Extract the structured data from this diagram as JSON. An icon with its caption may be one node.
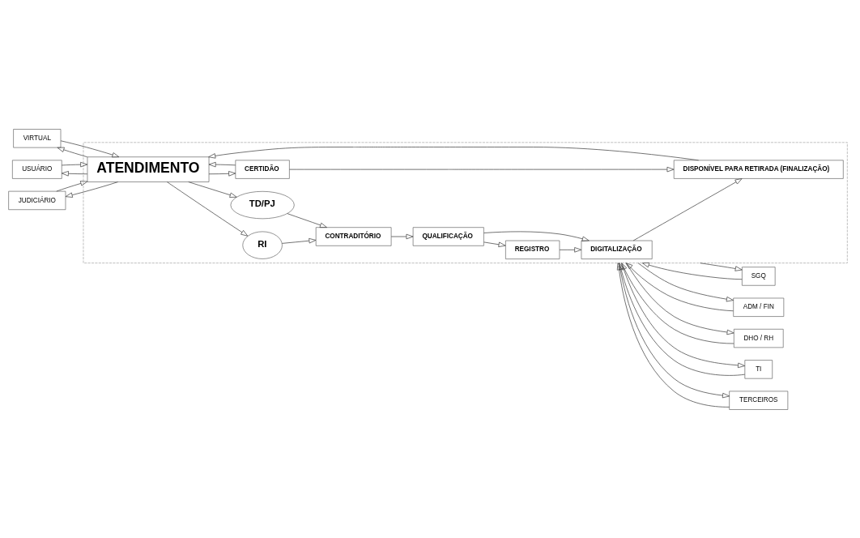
{
  "diagram": {
    "nodes": [
      {
        "text": [
          "VIRTUAL"
        ]
      },
      {
        "text": [
          "USUÁRIO"
        ]
      },
      {
        "text": [
          "JUDICIÁRIO"
        ]
      },
      {
        "text": [],
        "shape": "box"
      },
      {
        "text": [
          "ATENDIMENTO"
        ],
        "in": 3
      },
      {
        "text": [
          "RI"
        ],
        "in": 3
      },
      {
        "text": [
          "TD/PJ"
        ],
        "in": 3
      },
      {
        "text": [
          "CERTIDÃO"
        ],
        "in": 3
      },
      {
        "text": [
          "DISPONÍVEL PARA RETIRADA (FINALIZAÇÃO)"
        ],
        "in": 3
      },
      {
        "text": [
          "CONTRADITÓRIO"
        ],
        "in": 3
      },
      {
        "text": [
          "QUALIFICAÇÃO"
        ],
        "in": 3
      },
      {
        "text": [
          "REGISTRO"
        ],
        "in": 3
      },
      {
        "text": [
          "DIGITALIZAÇÃO"
        ],
        "in": 3
      },
      {
        "text": [
          "SGQ"
        ]
      },
      {
        "text": [
          "ADM / FIN"
        ]
      },
      {
        "text": [
          "DHO / RH"
        ]
      },
      {
        "text": [
          "TI"
        ]
      },
      {
        "text": [
          "TERCEIROS"
        ]
      }
    ],
    "edges": [
      {
        "from": 0,
        "to": 4,
        "arrow": "to"
      },
      {
        "from": 4,
        "to": 0,
        "arrow": "to"
      },
      {
        "from": 1,
        "to": 4,
        "arrow": "to"
      },
      {
        "from": 4,
        "to": 1,
        "arrow": "to"
      },
      {
        "from": 2,
        "to": 4,
        "arrow": "to"
      },
      {
        "from": 4,
        "to": 2,
        "arrow": "to"
      },
      {
        "from": 4,
        "to": 5,
        "arrow": "to"
      },
      {
        "from": 4,
        "to": 6,
        "arrow": "to"
      },
      {
        "from": 5,
        "to": 9,
        "arrow": "to"
      },
      {
        "from": 6,
        "to": 9,
        "arrow": "to"
      },
      {
        "from": 4,
        "to": 7,
        "arrow": "to"
      },
      {
        "from": 7,
        "to": 4,
        "arrow": "to"
      },
      {
        "from": 7,
        "to": 8,
        "arrow": "to"
      },
      {
        "from": 8,
        "to": 4,
        "arrow": "to"
      },
      {
        "from": 9,
        "to": 10,
        "arrow": "to"
      },
      {
        "from": 10,
        "to": 11,
        "arrow": "to"
      },
      {
        "from": 11,
        "to": 12,
        "arrow": "to"
      },
      {
        "from": 10,
        "to": 12,
        "arrow": "to"
      },
      {
        "from": 12,
        "to": 8,
        "arrow": "to"
      },
      {
        "from": 13,
        "to": 3,
        "arrow": "to"
      },
      {
        "from": 3,
        "to": 13,
        "arrow": "to"
      },
      {
        "from": 14,
        "to": 3,
        "arrow": "to"
      },
      {
        "from": 3,
        "to": 14,
        "arrow": "to"
      },
      {
        "from": 15,
        "to": 3,
        "arrow": "to"
      },
      {
        "from": 3,
        "to": 15,
        "arrow": "to"
      },
      {
        "from": 16,
        "to": 3,
        "arrow": "to"
      },
      {
        "from": 3,
        "to": 16,
        "arrow": "to"
      },
      {
        "from": 17,
        "to": 3,
        "arrow": "to"
      },
      {
        "from": 3,
        "to": 17,
        "arrow": "to"
      }
    ]
  }
}
